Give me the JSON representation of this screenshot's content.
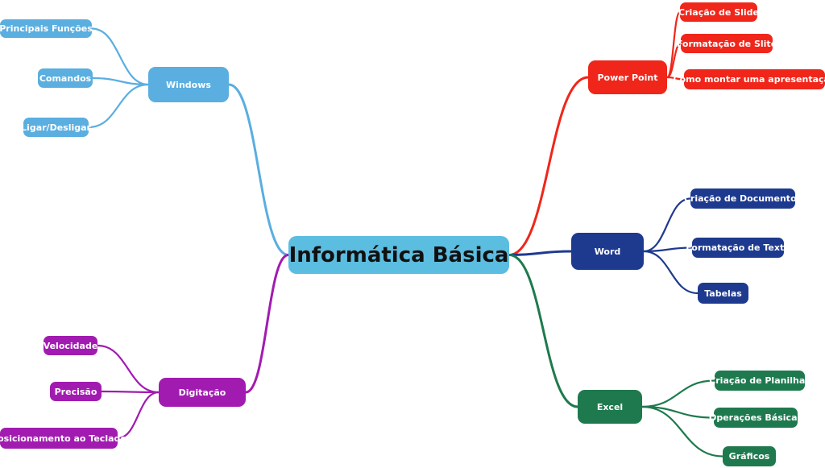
{
  "center": {
    "label": "Informática Básica",
    "color": "#5bbde0"
  },
  "branches": [
    {
      "key": "windows",
      "label": "Windows",
      "color": "#5aaee0",
      "leaves": [
        "Principais Funções",
        "Comandos",
        "Ligar/Desligar"
      ]
    },
    {
      "key": "digitacao",
      "label": "Digitação",
      "color": "#a21bb1",
      "leaves": [
        "Velocidade",
        "Precisão",
        "Posicionamento ao Teclado"
      ]
    },
    {
      "key": "powerpoint",
      "label": "Power Point",
      "color": "#f0261a",
      "leaves": [
        "Criação de Slide",
        "Formatação de Slite",
        "Como montar uma apresentação"
      ]
    },
    {
      "key": "word",
      "label": "Word",
      "color": "#1e3a8f",
      "leaves": [
        "Criação de Documentos",
        "Formatação de Texto",
        "Tabelas"
      ]
    },
    {
      "key": "excel",
      "label": "Excel",
      "color": "#1e7a4e",
      "leaves": [
        "Criação de Planilhas",
        "Operações Básicas",
        "Gráficos"
      ]
    }
  ]
}
